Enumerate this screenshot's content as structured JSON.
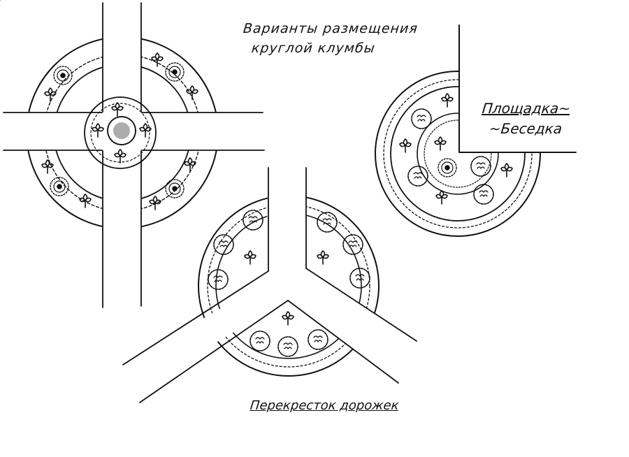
{
  "title": {
    "line1": "Варианты размещения",
    "line2": "круглой клумбы"
  },
  "labels": {
    "platform_line1": "Площадка~",
    "platform_line2": "~Беседка",
    "crossroads": "Перекресток дорожек"
  },
  "colors": {
    "ink": "#111111",
    "paper": "#ffffff"
  }
}
